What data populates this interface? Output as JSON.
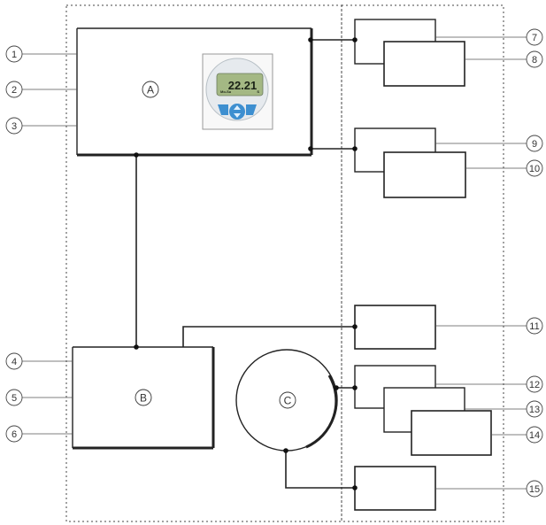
{
  "colors": {
    "line": "#222222",
    "dotted": "#444444",
    "callout_line": "#555555",
    "lcd_screen": "#a4b884",
    "device_body": "#e6eaee",
    "device_buttons": "#3d8fd0"
  },
  "blocks": {
    "a": {
      "label": "A"
    },
    "b": {
      "label": "B"
    },
    "c": {
      "label": "C"
    }
  },
  "device": {
    "icon": "thermostat-display-icon",
    "time": "22.21",
    "left_small": "Mo-Su",
    "right_small": "S"
  },
  "callouts": [
    "1",
    "2",
    "3",
    "4",
    "5",
    "6",
    "7",
    "8",
    "9",
    "10",
    "11",
    "12",
    "13",
    "14",
    "15"
  ]
}
